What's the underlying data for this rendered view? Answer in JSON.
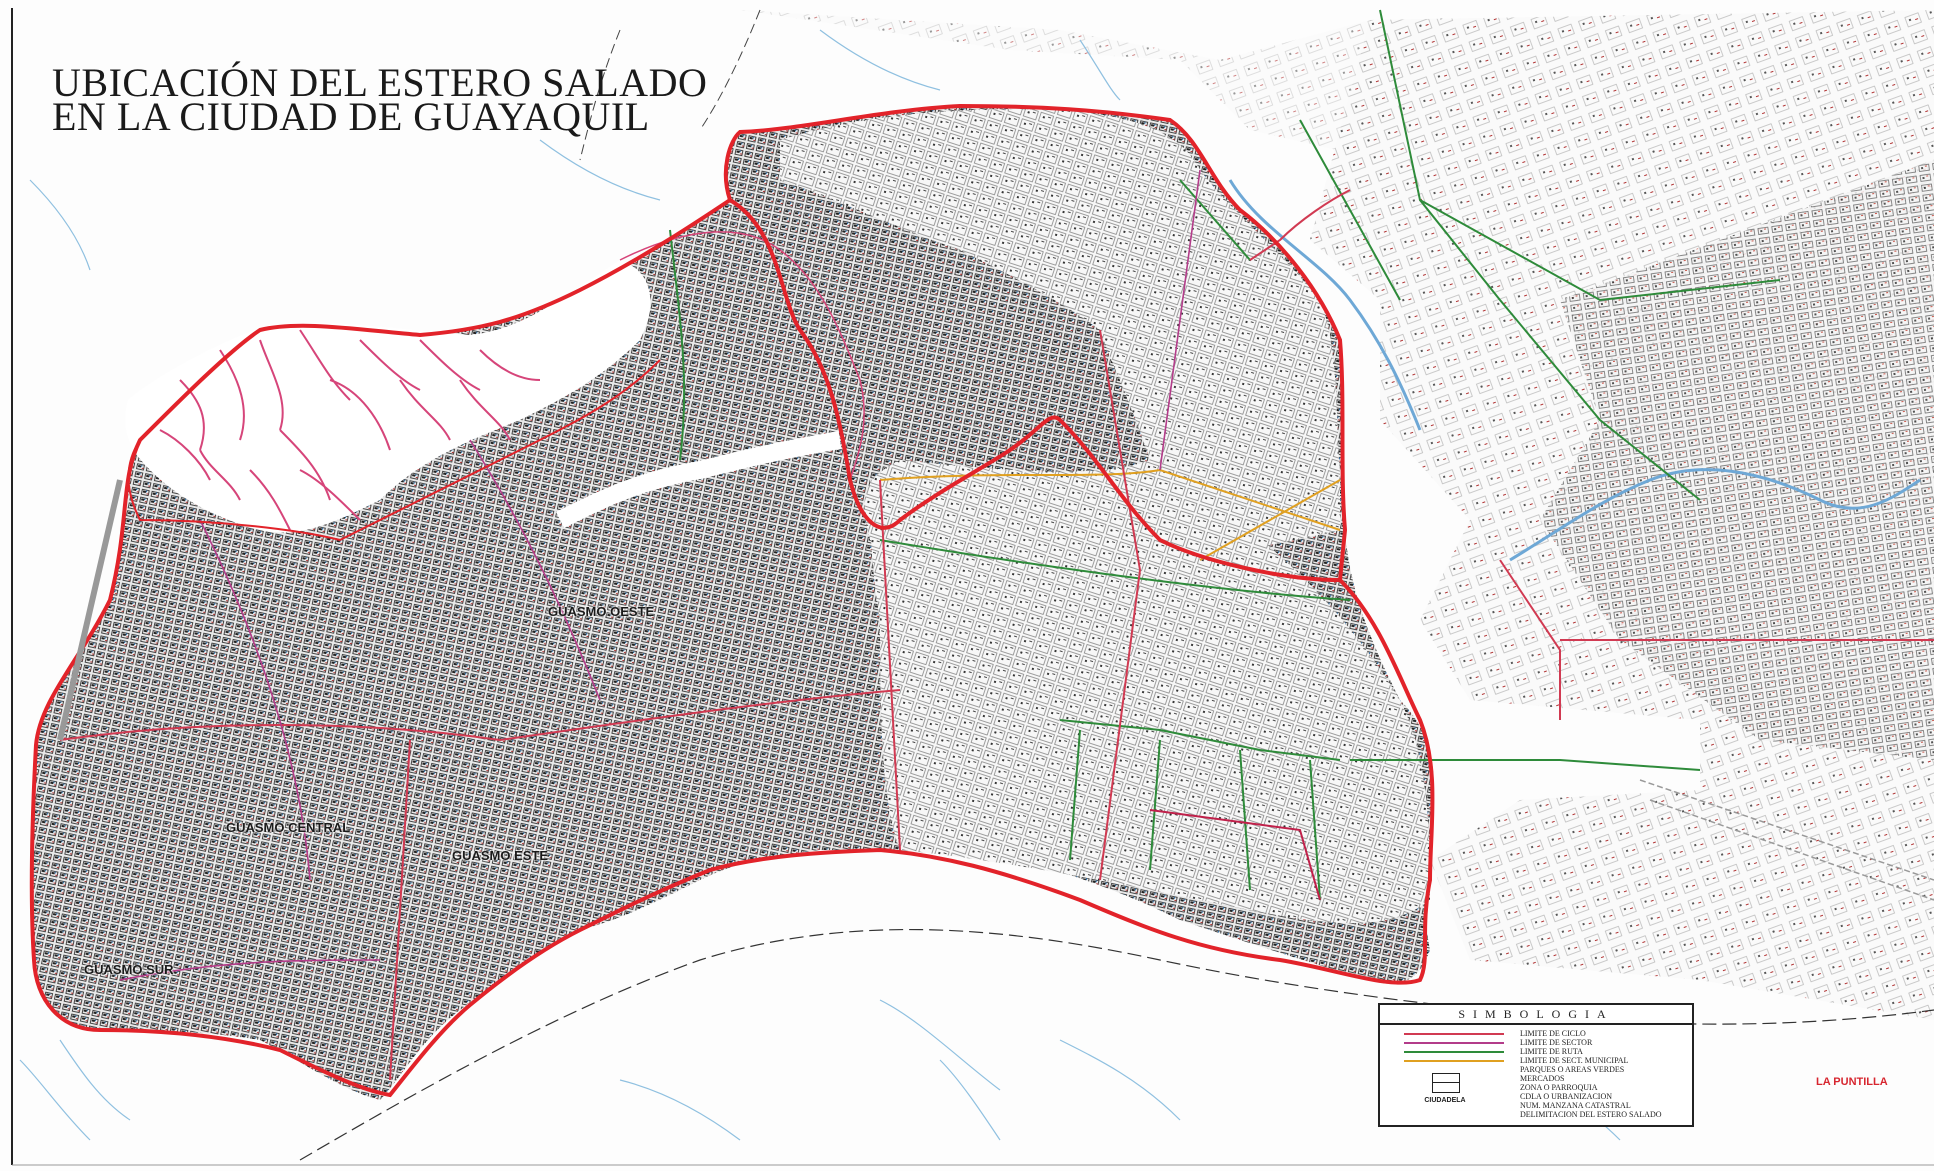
{
  "map": {
    "title_line1": "UBICACIÓN DEL ESTERO SALADO",
    "title_line2": "EN LA CIUDAD DE GUAYAQUIL",
    "labels": {
      "guasmo_oeste": "GUASMO OESTE",
      "guasmo_central": "GUASMO CENTRAL",
      "guasmo_este": "GUASMO ESTE",
      "guasmo_sur": "GUASMO SUR",
      "la_puntilla": "LA PUNTILLA"
    },
    "colors": {
      "estero_boundary": "#e2232a",
      "sector_line": "#d13a52",
      "route_line": "#2e8b3a",
      "municipal_line": "#e0a020",
      "water": "#7fb6d9",
      "blocks": "#333333"
    }
  },
  "legend": {
    "title": "SIMBOLOGIA",
    "items": [
      {
        "label": "LIMITE DE CICLO",
        "color": "#d13a52"
      },
      {
        "label": "LIMITE DE SECTOR",
        "color": "#b33c8a"
      },
      {
        "label": "LIMITE DE RUTA",
        "color": "#2e8b3a"
      },
      {
        "label": "LIMITE DE SECT. MUNICIPAL",
        "color": "#e0a020"
      },
      {
        "label": "PARQUES O AREAS VERDES",
        "color": ""
      },
      {
        "label": "MERCADOS",
        "color": ""
      },
      {
        "label": "ZONA O PARROQUIA",
        "color": ""
      },
      {
        "label": "CDLA O URBANIZACION",
        "color": ""
      },
      {
        "label": "NUM. MANZANA CATASTRAL",
        "color": ""
      },
      {
        "label": "DELIMITACION DEL ESTERO SALADO",
        "color": ""
      }
    ],
    "sample_label": "CIUDADELA"
  }
}
